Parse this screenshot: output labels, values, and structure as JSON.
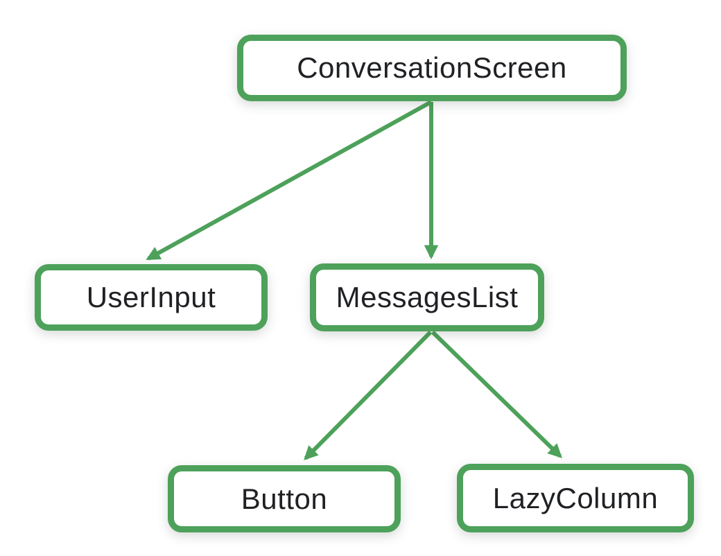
{
  "diagram": {
    "type": "tree",
    "nodes": [
      {
        "id": "conversation-screen",
        "label": "ConversationScreen"
      },
      {
        "id": "user-input",
        "label": "UserInput"
      },
      {
        "id": "messages-list",
        "label": "MessagesList"
      },
      {
        "id": "button",
        "label": "Button"
      },
      {
        "id": "lazy-column",
        "label": "LazyColumn"
      }
    ],
    "edges": [
      {
        "from": "ConversationScreen",
        "to": "UserInput"
      },
      {
        "from": "ConversationScreen",
        "to": "MessagesList"
      },
      {
        "from": "MessagesList",
        "to": "Button"
      },
      {
        "from": "MessagesList",
        "to": "LazyColumn"
      }
    ],
    "colors": {
      "accent": "#4DA15A",
      "text": "#202124",
      "node_fill": "#FFFFFF",
      "background": "#FFFFFF"
    }
  }
}
